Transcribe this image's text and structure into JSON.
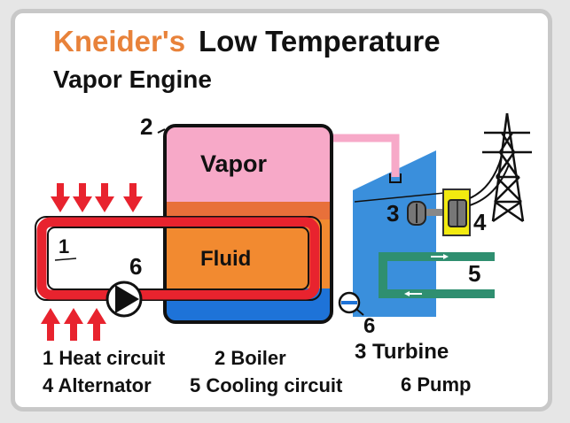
{
  "title": {
    "brand": "Kneider's",
    "line1": "Low Temperature",
    "line2": "Vapor Engine"
  },
  "labels": {
    "vapor": "Vapor",
    "fluid": "Fluid",
    "n1": "1",
    "n2": "2",
    "n3": "3",
    "n4": "4",
    "n5": "5",
    "n6_pump": "6",
    "n6_valve": "6"
  },
  "legend": {
    "item1": "1 Heat circuit",
    "item2": "2 Boiler",
    "item3": "3 Turbine",
    "item4": "4 Alternator",
    "item5": "5 Cooling circuit",
    "item6": "6 Pump"
  },
  "colors": {
    "heat": "#e8232e",
    "vapor": "#f7a9c8",
    "fluid": "#f28a30",
    "fluid_top": "#e8703a",
    "water": "#1e73d8",
    "turbine": "#3a8fdc",
    "cooling": "#2f8f70",
    "alternator": "#f2ea10",
    "brand": "#e8823a"
  }
}
